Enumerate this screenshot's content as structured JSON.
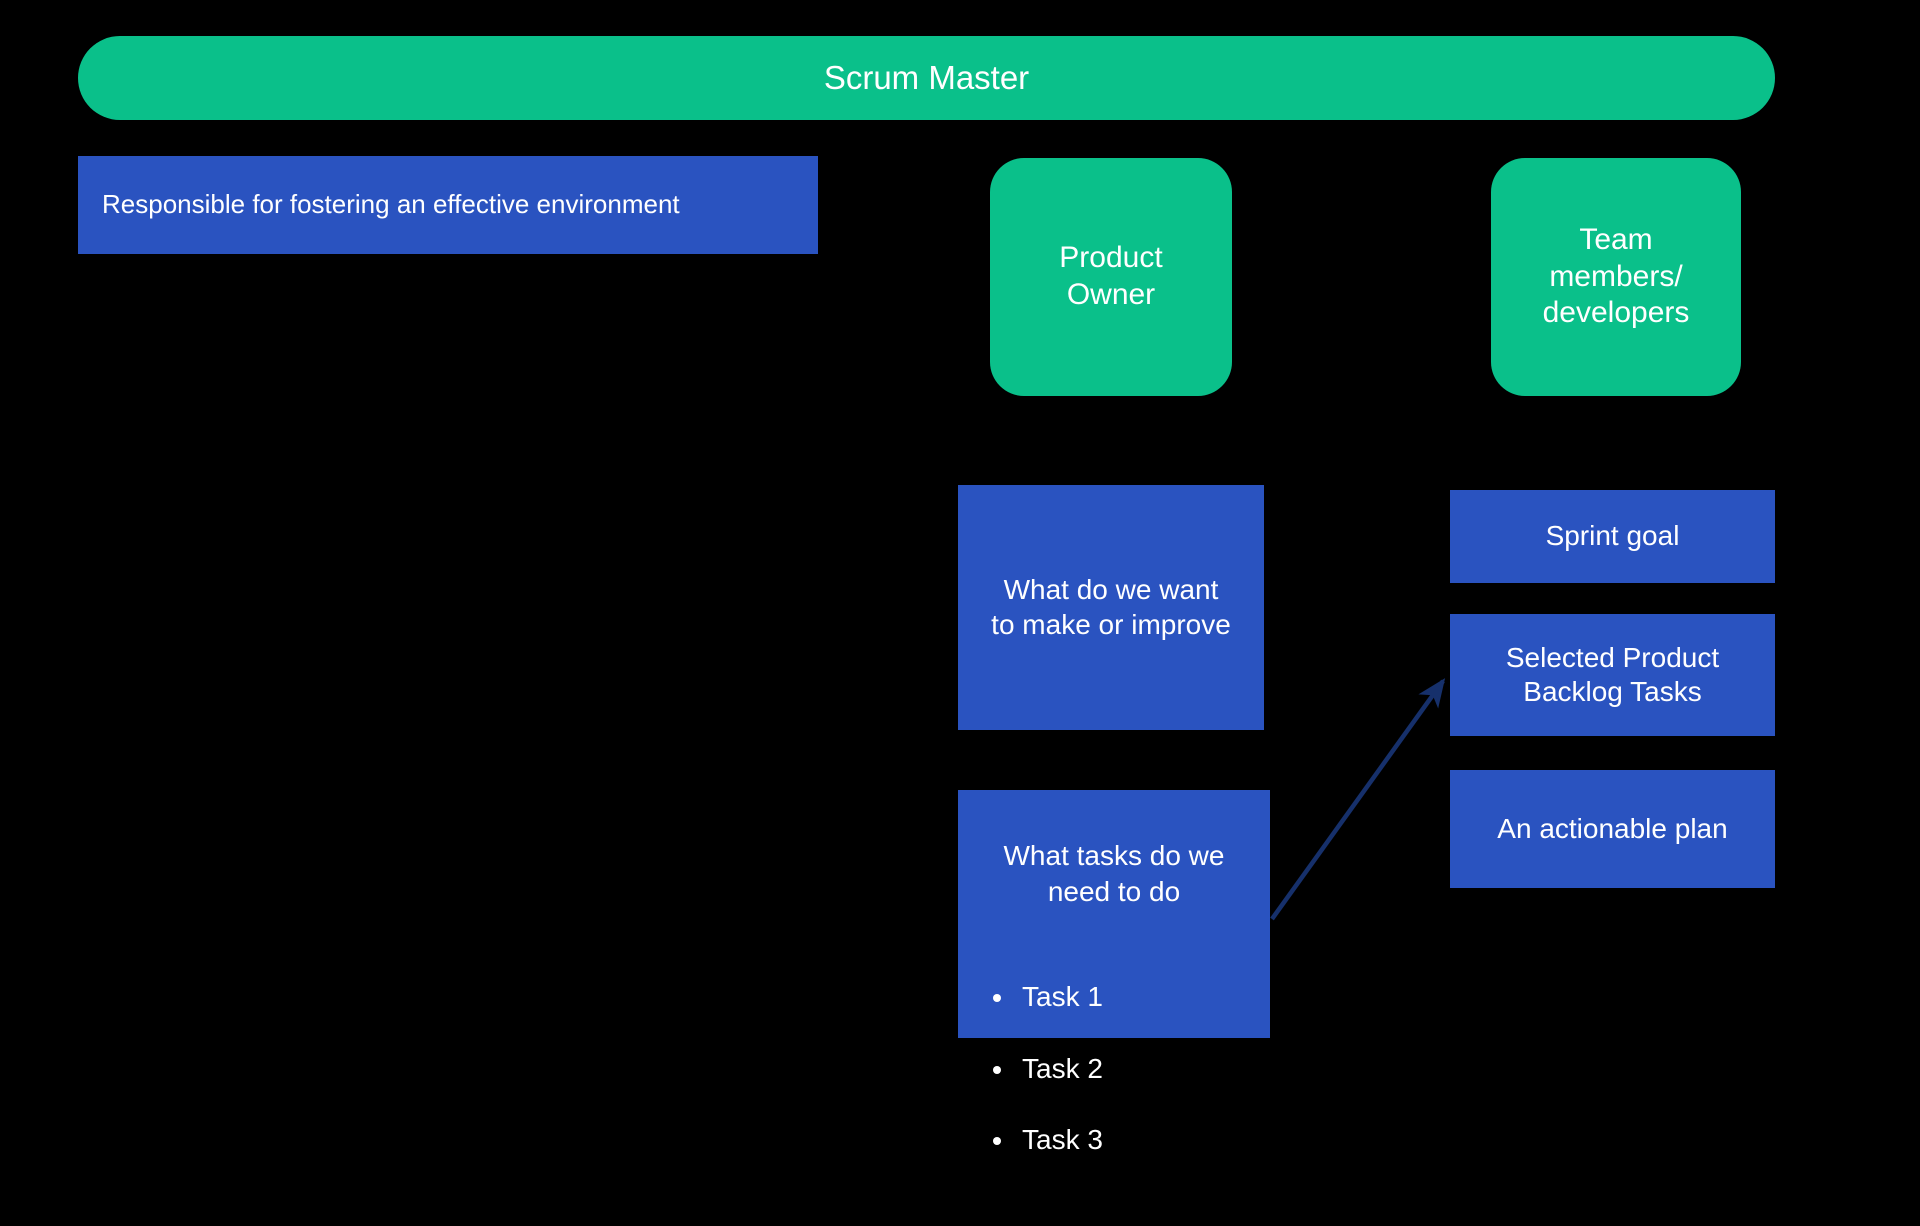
{
  "diagram": {
    "type": "scrum-roles-diagram",
    "background_color": "#000000",
    "palette": {
      "green": "#0ac08a",
      "blue": "#2a53c0",
      "arrow": "#16306b",
      "text": "#ffffff"
    },
    "banner": {
      "label": "Scrum Master"
    },
    "roles": [
      {
        "id": "product-owner",
        "label": "Product\nOwner"
      },
      {
        "id": "team-members",
        "label": "Team\nmembers/\ndevelopers"
      }
    ],
    "notes": {
      "scrum_master_responsibility": "Responsible for fostering an effective environment",
      "product_owner_question": "What do we want\nto make or improve",
      "team_question_title": "What tasks do we\nneed to do",
      "team_task_items": [
        "Task 1",
        "Task 2",
        "Task 3"
      ]
    },
    "outputs": [
      {
        "id": "sprint-goal",
        "label": "Sprint goal"
      },
      {
        "id": "selected-product-backlog-tasks",
        "label": "Selected Product\nBacklog Tasks"
      },
      {
        "id": "actionable-plan",
        "label": "An actionable plan"
      }
    ],
    "connections": [
      {
        "id": "tasks-to-backlog",
        "from": "What tasks do we need to do",
        "to": "Selected Product Backlog Tasks",
        "style": "single-headed arrow"
      }
    ]
  }
}
